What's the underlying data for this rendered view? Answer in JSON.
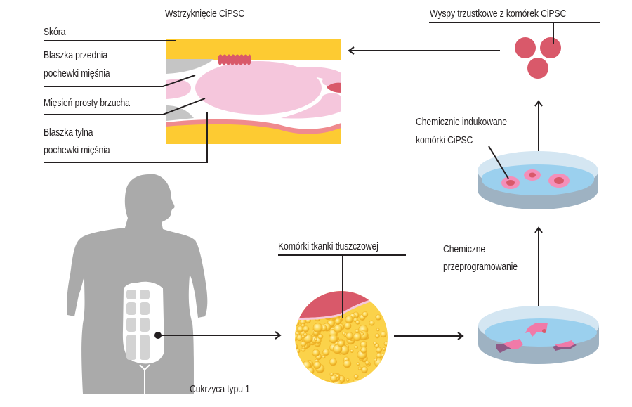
{
  "diagram": {
    "title": "CiPSC therapy for type 1 diabetes",
    "labels": {
      "injection": "Wstrzyknięcie CiPSC",
      "skin": "Skóra",
      "anterior_sheath_line1": "Blaszka przednia",
      "anterior_sheath_line2": "pochewki mięśnia",
      "rectus_muscle": "Mięsień prosty brzucha",
      "posterior_sheath_line1": "Blaszka tylna",
      "posterior_sheath_line2": "pochewki mięśnia",
      "islets": "Wyspy trzustkowe z komórek CiPSC",
      "cipsc_line1": "Chemicznie indukowane",
      "cipsc_line2": "komórki CiPSC",
      "adipocytes": "Komórki tkanki tłuszczowej",
      "reprogramming_line1": "Chemiczne",
      "reprogramming_line2": "przeprogramowanie",
      "diabetes": "Cukrzyca typu 1"
    },
    "flow": [
      "Cukrzyca typu 1",
      "Komórki tkanki tłuszczowej",
      "Chemiczne przeprogramowanie",
      "Chemicznie indukowane komórki CiPSC",
      "Wyspy trzustkowe z komórek CiPSC",
      "Wstrzyknięcie CiPSC"
    ],
    "colors": {
      "skin_yellow": "#fdcb32",
      "muscle_pink": "#f5c6dc",
      "islet_red": "#d9596a",
      "sheath_salmon": "#ef8a8e",
      "fascia_gray": "#c8c8c8",
      "body_gray": "#a9a9a9",
      "dish_blue": "#cfe3f0",
      "medium_blue": "#9bd0ee",
      "dish_wall": "#9eb2c2",
      "line_black": "#231f20"
    }
  }
}
